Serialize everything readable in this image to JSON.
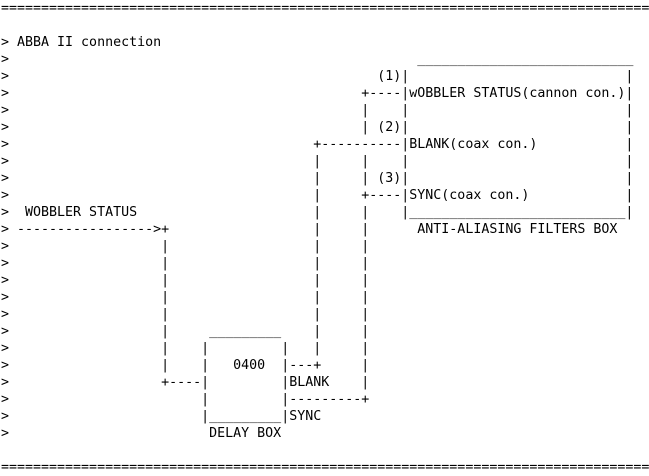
{
  "title": "ABBA II connection",
  "labels": {
    "wobbler_status_input": "WOBBLER STATUS",
    "delay_box_value": "0400",
    "delay_box_name": "DELAY BOX",
    "delay_out_blank": "BLANK",
    "delay_out_sync": "SYNC",
    "filters_box_name": "ANTI-ALIASING FILTERS BOX",
    "port_1": "(1)",
    "port_2": "(2)",
    "port_3": "(3)",
    "port_1_label": "wOBBLER STATUS(cannon con.)",
    "port_2_label": "BLANK(coax con.)",
    "port_3_label": "SYNC(coax con.)"
  },
  "lines": [
    "=================================================================================",
    "",
    "> ABBA II connection",
    ">                                                   ___________________________",
    ">                                              (1)|                           |",
    ">                                            +----|wOBBLER STATUS(cannon con.)|",
    ">                                            |    |                           |",
    ">                                            | (2)|                           |",
    ">                                      +----------|BLANK(coax con.)           |",
    ">                                      |     |    |                           |",
    ">                                      |     | (3)|                           |",
    ">                                      |     +----|SYNC(coax con.)            |",
    ">  WOBBLER STATUS                      |     |    |___________________________|",
    "> ----------------->+                  |     |      ANTI-ALIASING FILTERS BOX",
    ">                   |                  |     |",
    ">                   |                  |     |",
    ">                   |                  |     |",
    ">                   |                  |     |",
    ">                   |                  |     |",
    ">                   |     _________    |     |",
    ">                   |    |         |   |     |",
    ">                   |    |   0400  |---+     |",
    ">                   +----|         |BLANK    |",
    ">                        |         |---------+",
    ">                        |_________|SYNC",
    ">                         DELAY BOX",
    "",
    "================================================================================="
  ]
}
